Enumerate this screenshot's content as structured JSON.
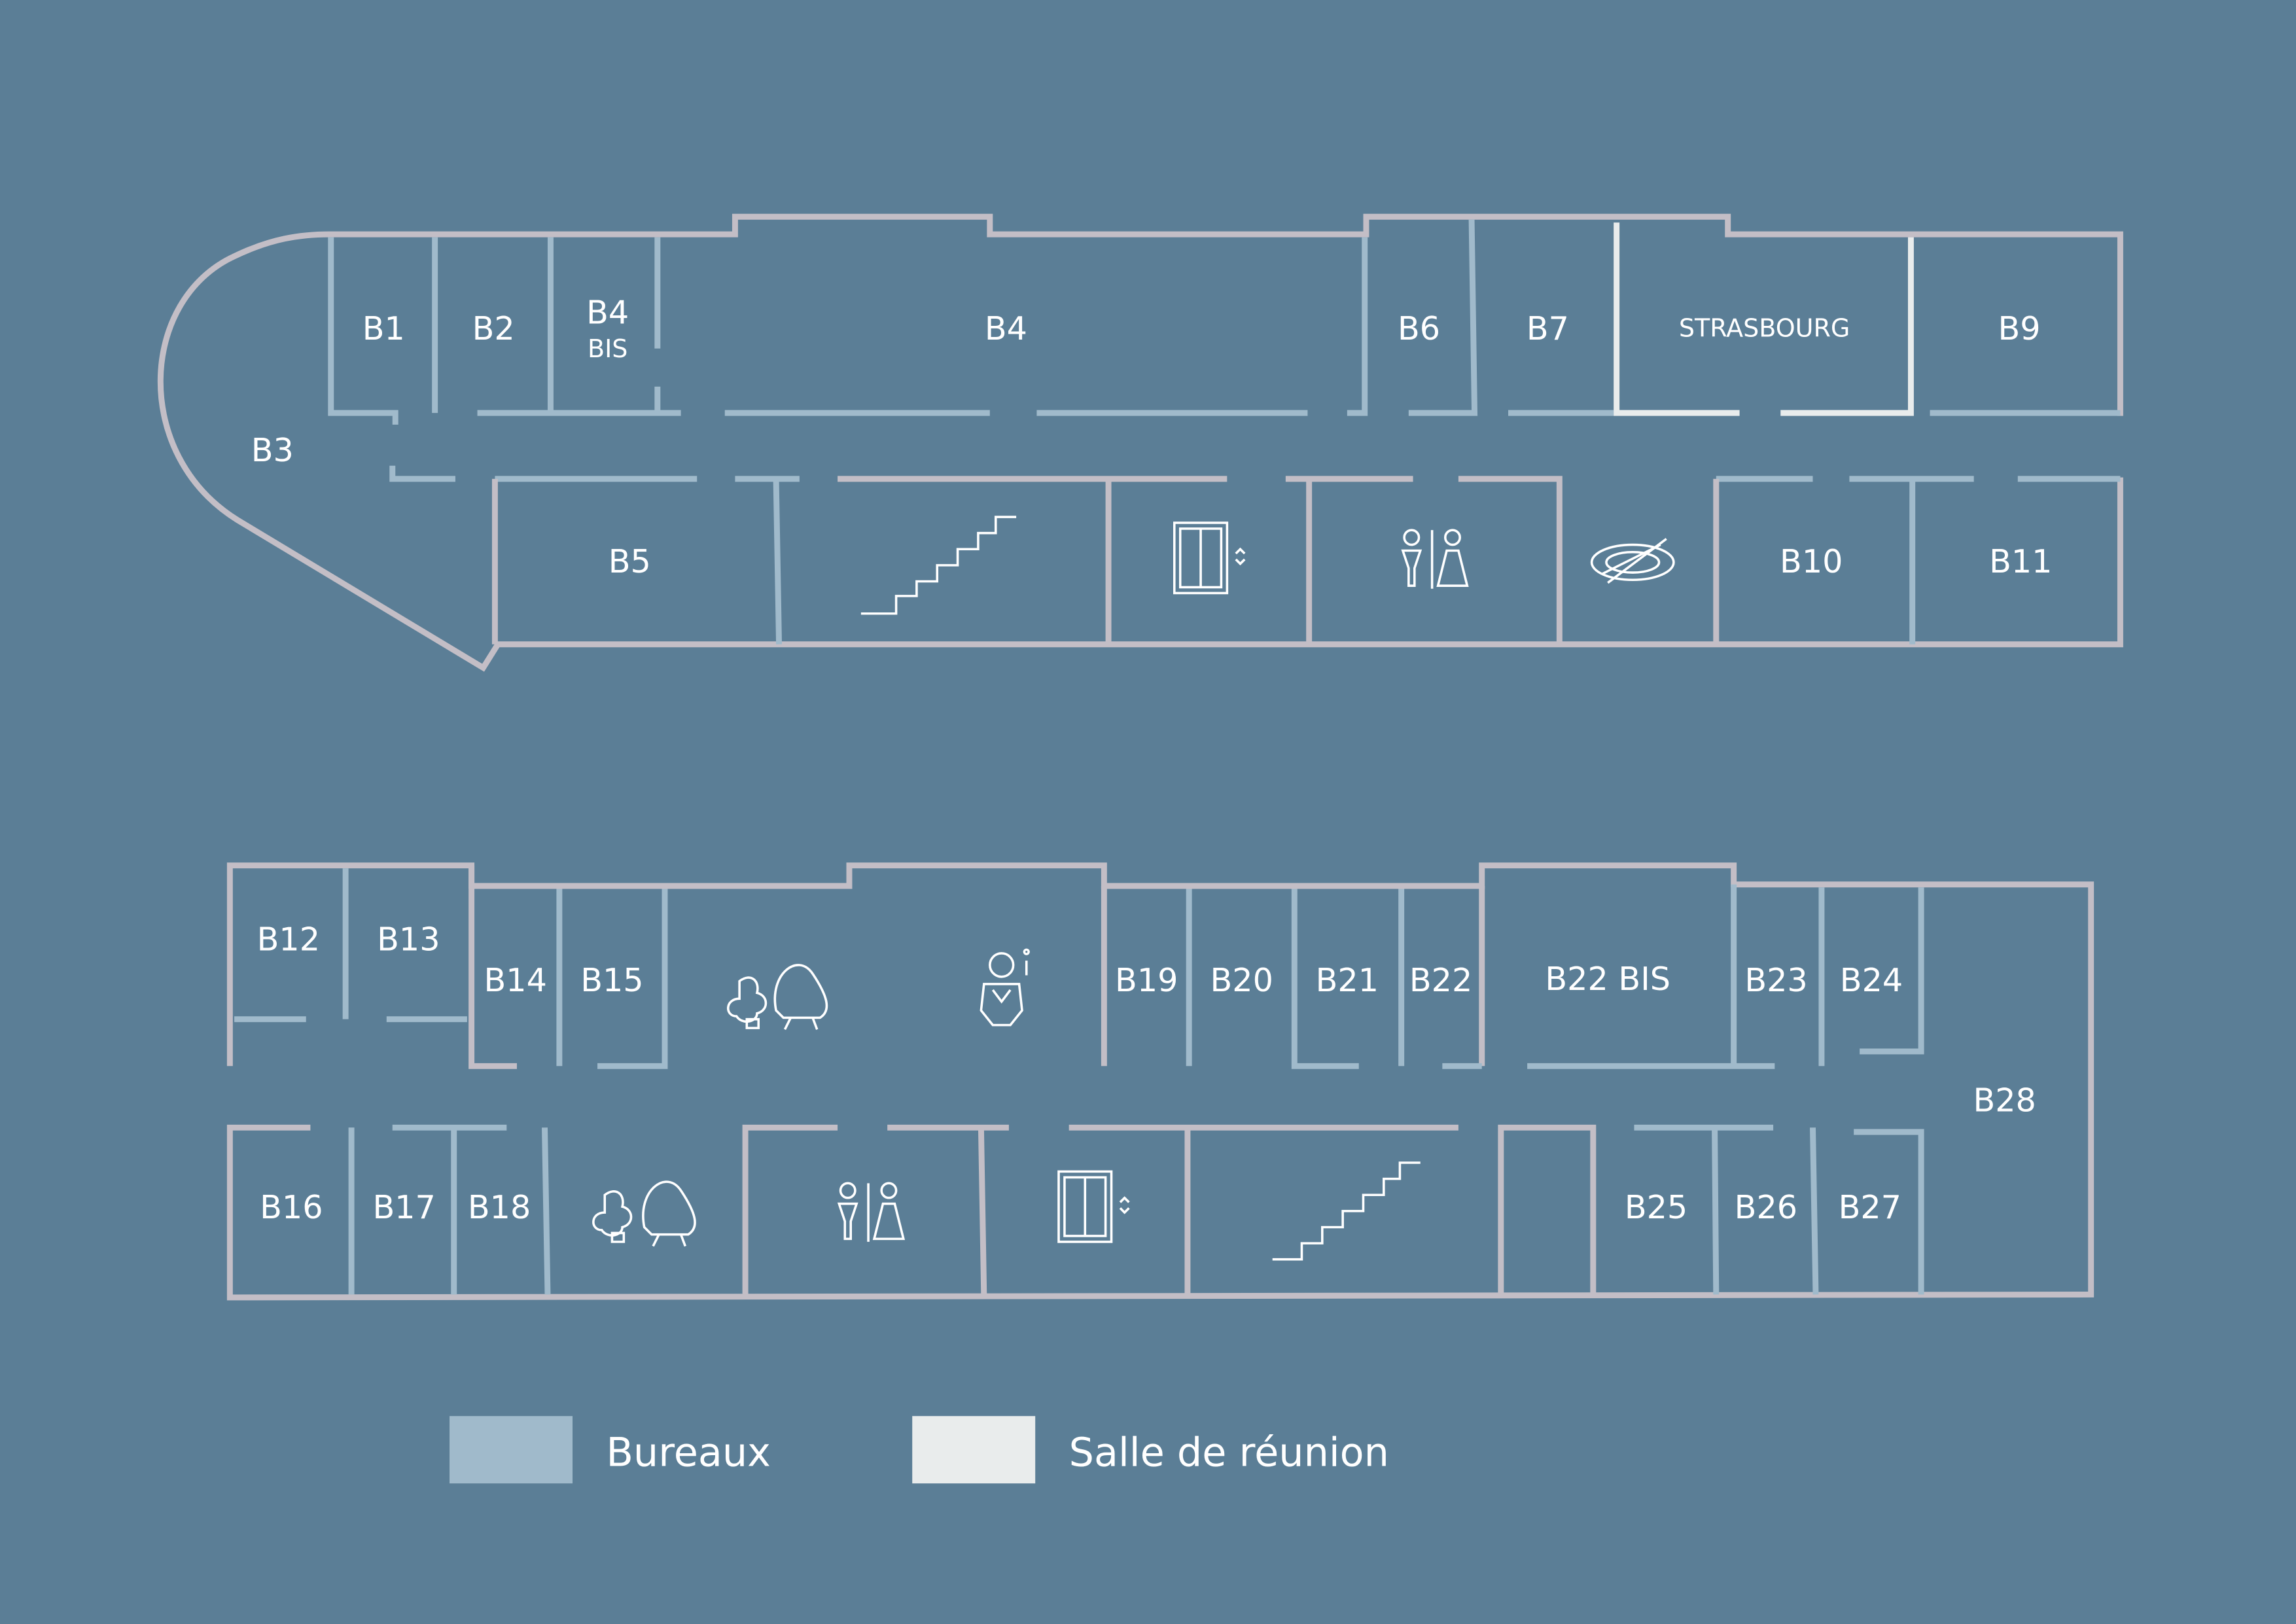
{
  "colors": {
    "background": "#5b7e96",
    "outer_wall": "#c3bec6",
    "bureaux": "#a0bacb",
    "salle_de_reunion": "#e9ecec"
  },
  "top_floor": {
    "rooms": [
      "B1",
      "B2",
      "B4",
      "BIS",
      "B4",
      "B6",
      "B7",
      "STRASBOURG",
      "B9",
      "B3",
      "B5",
      "B10",
      "B11"
    ],
    "icons": [
      "stairs-icon",
      "elevator-icon",
      "restroom-icon",
      "restaurant-icon"
    ]
  },
  "bottom_floor": {
    "rooms": [
      "B12",
      "B13",
      "B14",
      "B15",
      "B19",
      "B20",
      "B21",
      "B22",
      "B22 BIS",
      "B23",
      "B24",
      "B28",
      "B16",
      "B17",
      "B18",
      "B25",
      "B26",
      "B27"
    ],
    "icons": [
      "lounge-icon",
      "reception-icon",
      "lounge-icon",
      "restroom-icon",
      "elevator-icon",
      "stairs-icon"
    ]
  },
  "legend": [
    {
      "label": "Bureaux",
      "color": "#a0bacb"
    },
    {
      "label": "Salle de réunion",
      "color": "#e9ecec"
    }
  ]
}
